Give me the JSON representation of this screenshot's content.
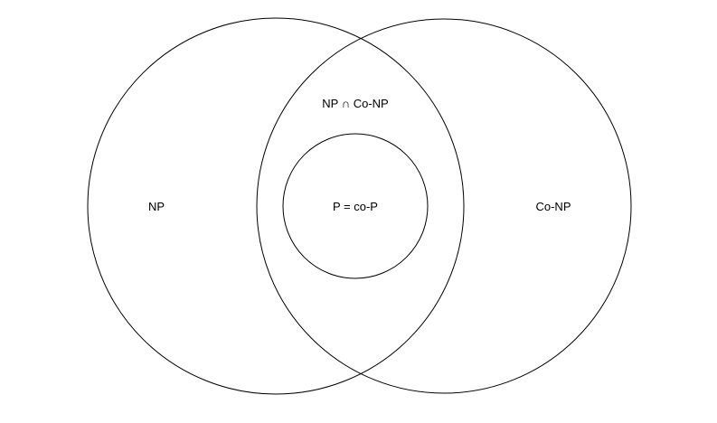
{
  "diagram": {
    "type": "venn",
    "sets": [
      {
        "id": "np",
        "label": "NP"
      },
      {
        "id": "conp",
        "label": "Co-NP"
      },
      {
        "id": "intersection",
        "label": "NP ∩ Co-NP"
      },
      {
        "id": "p",
        "label": "P = co-P"
      }
    ],
    "stroke_color": "#000000",
    "background": "#ffffff"
  }
}
